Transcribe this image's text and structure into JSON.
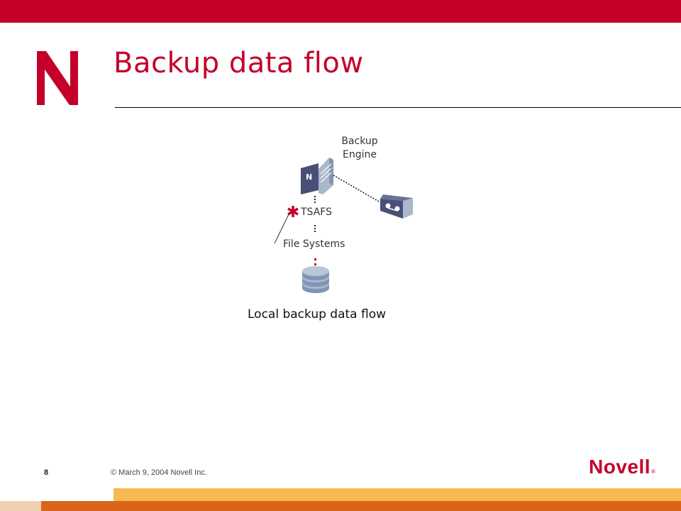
{
  "slide": {
    "title": "Backup data flow",
    "number": "8",
    "copyright": "© March 9, 2004 Novell Inc.",
    "brand_wordmark": "Novell",
    "brand_mark": "®"
  },
  "diagram": {
    "backup_engine_line1": "Backup",
    "backup_engine_line2": "Engine",
    "server_badge": "N",
    "tsafs_label": "TSAFS",
    "file_systems_label": "File Systems",
    "caption": "Local backup data flow"
  },
  "colors": {
    "brand_red": "#c4002a",
    "footer_yellow": "#f7b950",
    "footer_orange": "#d9641a",
    "server_navy": "#4a4f78",
    "server_light": "#a9b8cc",
    "disk_blue": "#8095b5"
  },
  "icons": [
    "novell-n-logo-icon",
    "netware-server-icon",
    "tape-drive-icon",
    "disk-storage-icon",
    "asterisk-icon"
  ]
}
